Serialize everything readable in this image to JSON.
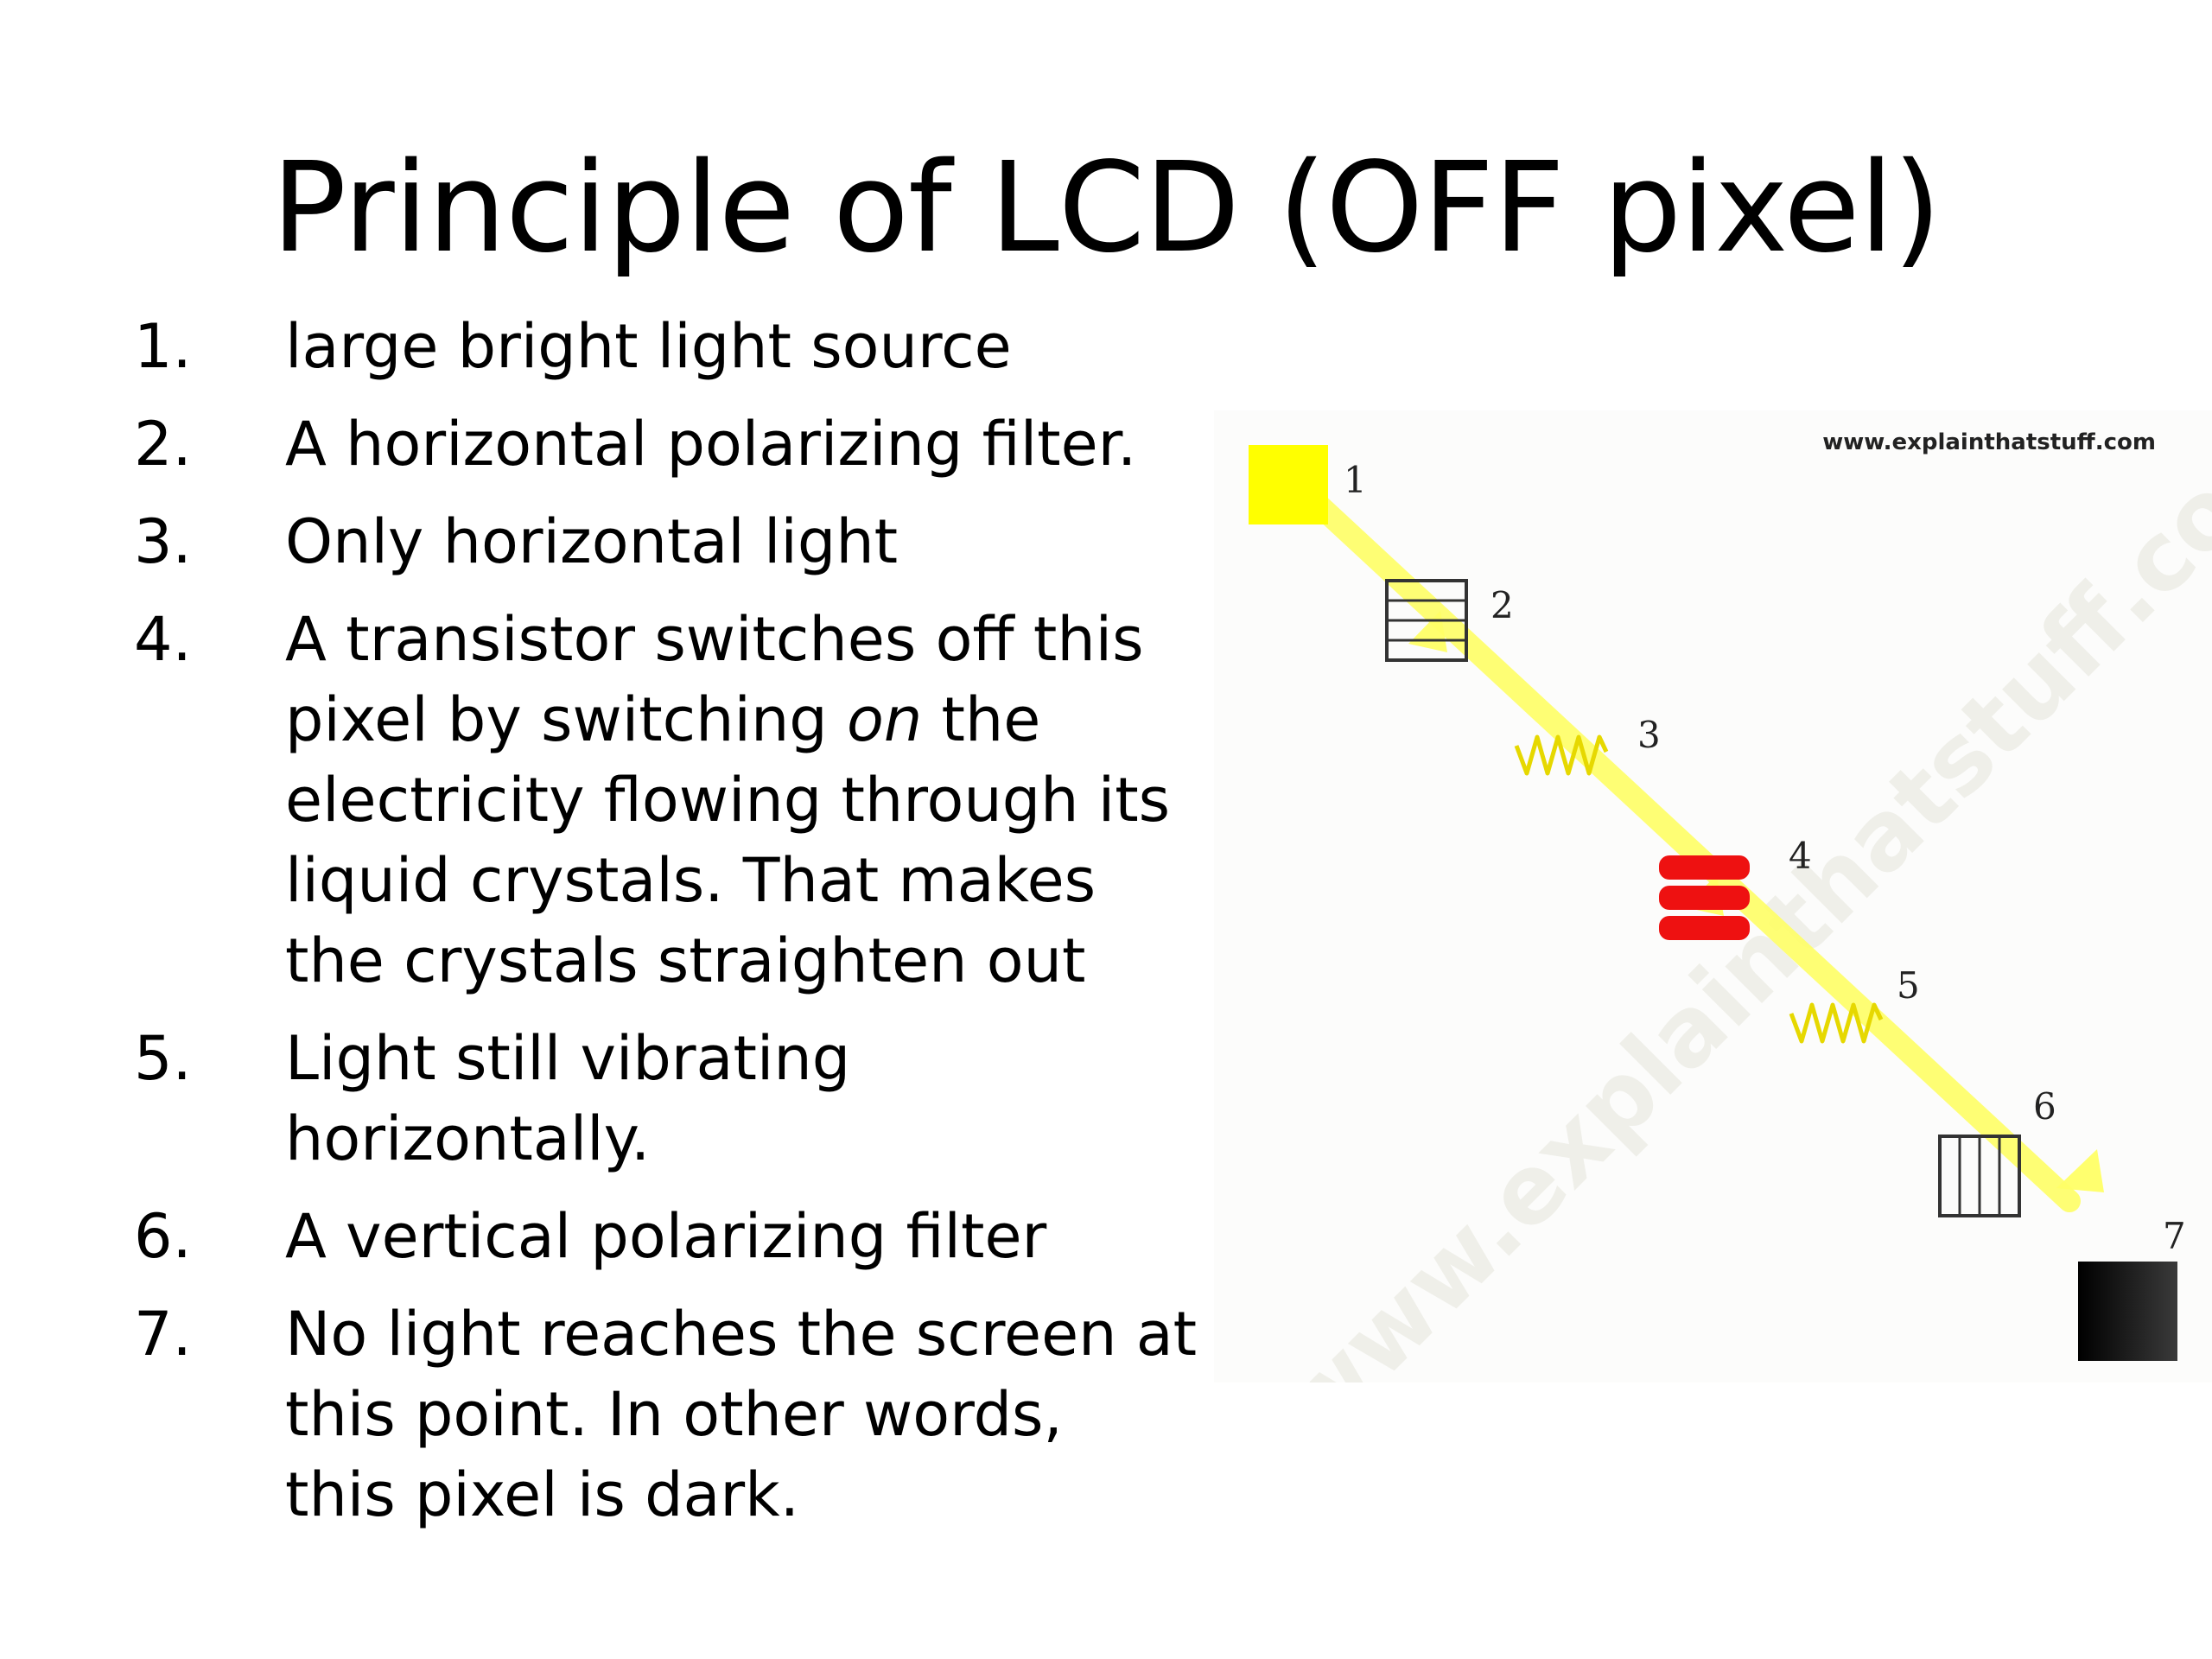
{
  "slide": {
    "title": "Principle of LCD (OFF pixel)",
    "steps": [
      {
        "number": "1.",
        "lines": [
          "large bright light source"
        ]
      },
      {
        "number": "2.",
        "lines": [
          "A horizontal polarizing filter."
        ]
      },
      {
        "number": "3.",
        "lines": [
          "Only horizontal light"
        ]
      },
      {
        "number": "4.",
        "lines": [
          "A transistor switches off this",
          "pixel by switching ",
          "electricity flowing through its",
          "liquid crystals. That makes",
          "the crystals straighten out"
        ],
        "italic_word": "on",
        "after_italic": " the"
      },
      {
        "number": "5.",
        "lines": [
          "Light still vibrating",
          "horizontally."
        ]
      },
      {
        "number": "6.",
        "lines": [
          "A vertical polarizing filter"
        ]
      },
      {
        "number": "7.",
        "lines": [
          "No light reaches the screen at",
          "this point. In other words,",
          "this pixel is dark."
        ]
      }
    ]
  },
  "diagram": {
    "credit": "www.explainthatstuff.com",
    "watermark": "www.explainthatstuff.com",
    "labels": [
      "1",
      "2",
      "3",
      "4",
      "5",
      "6",
      "7"
    ],
    "colors": {
      "light_source": "#ffff00",
      "beam": "#ffff66",
      "liquid_crystal": "#ee1111",
      "filter_stroke": "#333333",
      "dark_pixel": "#000000"
    }
  }
}
